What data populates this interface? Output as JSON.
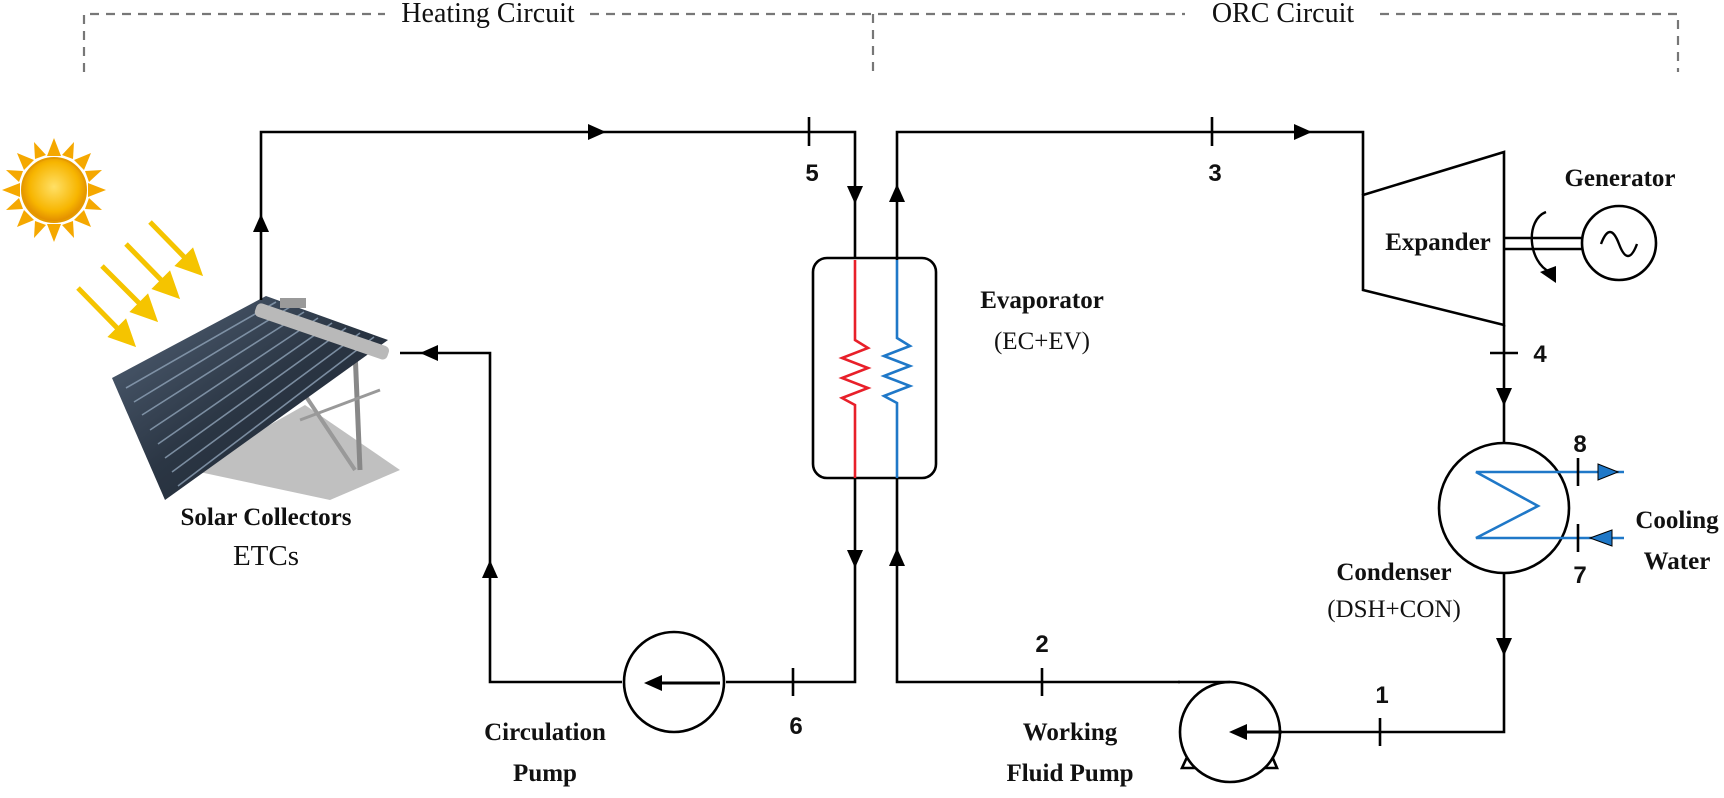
{
  "sections": {
    "heating_circuit": "Heating Circuit",
    "orc_circuit": "ORC Circuit"
  },
  "components": {
    "solar_collectors": "Solar Collectors",
    "solar_collectors_type": "ETCs",
    "evaporator": "Evaporator",
    "evaporator_parts": "(EC+EV)",
    "expander": "Expander",
    "generator": "Generator",
    "condenser": "Condenser",
    "condenser_parts": "(DSH+CON)",
    "cooling_line1": "Cooling",
    "cooling_line2": "Water",
    "circulation_pump_line1": "Circulation",
    "circulation_pump_line2": "Pump",
    "working_pump_line1": "Working",
    "working_pump_line2": "Fluid Pump"
  },
  "state_points": {
    "p1": "1",
    "p2": "2",
    "p3": "3",
    "p4": "4",
    "p5": "5",
    "p6": "6",
    "p7": "7",
    "p8": "8"
  },
  "colors": {
    "hot_side": "#e8202a",
    "cold_side": "#1f78c8",
    "pipe": "#000000",
    "sun": "#f7b500",
    "rays": "#f5c400",
    "panel": "#33404e"
  }
}
